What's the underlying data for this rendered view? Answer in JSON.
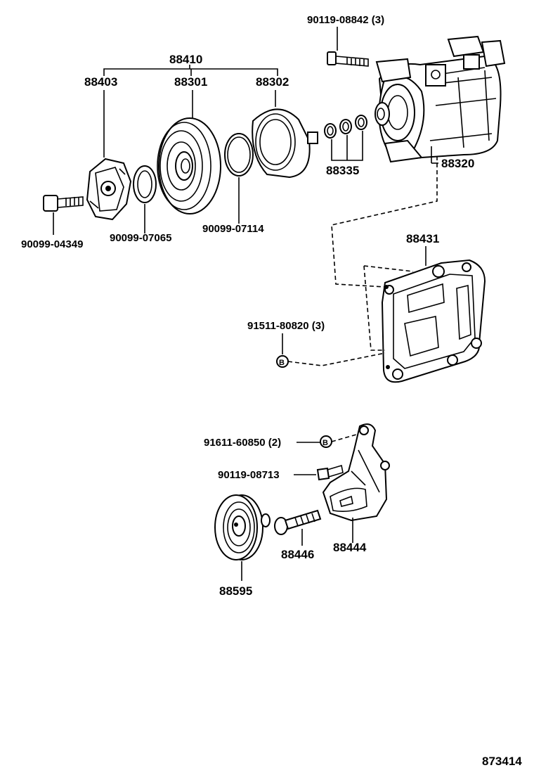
{
  "labels": {
    "bolt_top": "90119-08842 (3)",
    "clutch_assy": "88410",
    "hub": "88403",
    "pulley": "88301",
    "stator": "88302",
    "compressor": "88320",
    "shims": "88335",
    "bolt_hub": "90099-04349",
    "snap_ring_1": "90099-07065",
    "snap_ring_2": "90099-07114",
    "bracket": "88431",
    "bolt_bracket": "91511-80820 (3)",
    "ref_b_1": "B",
    "bolt_idler": "91611-60850 (2)",
    "bolt_small": "90119-08713",
    "idler_bolt": "88446",
    "idler_bracket": "88444",
    "idler_pulley": "88595",
    "ref_b_2": "B",
    "diagram_id": "873414"
  }
}
